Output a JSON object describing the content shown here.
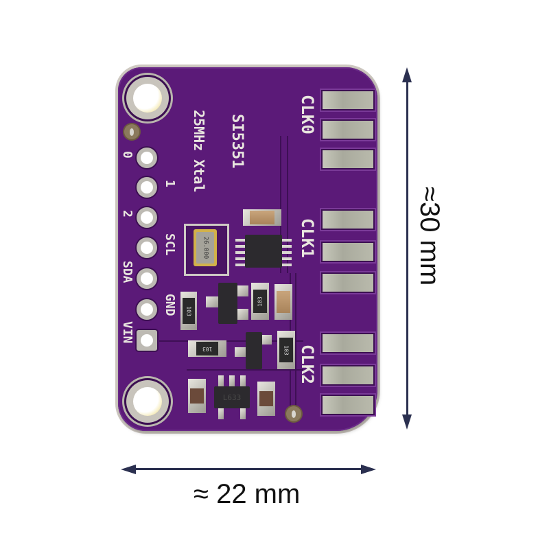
{
  "product": {
    "name": "SI5351",
    "crystal_label": "25MHz Xtal",
    "board_color": "#5b1a78"
  },
  "silkscreen": {
    "chip_label": "SI5351",
    "xtal_label": "25MHz Xtal",
    "outputs": [
      "CLK0",
      "CLK1",
      "CLK2"
    ],
    "pins": [
      "0",
      "1",
      "2",
      "SCL",
      "SDA",
      "GND",
      "VIN"
    ]
  },
  "components": {
    "crystal_marking": "26.000",
    "resistor_marking": "103",
    "regulator_marking": "L633"
  },
  "dimensions": {
    "height_label": "≈30 mm",
    "width_label": "≈ 22 mm",
    "line_color": "#2b3050"
  }
}
